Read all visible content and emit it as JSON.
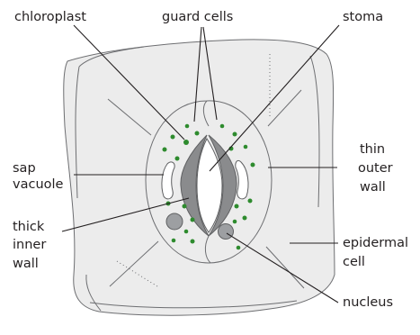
{
  "labels": {
    "chloroplast": "chloroplast",
    "guard_cells": "guard cells",
    "stoma": "stoma",
    "sap_1": "sap",
    "sap_2": "vacuole",
    "thin_1": "thin",
    "thin_2": "outer",
    "thin_3": "wall",
    "thick_1": "thick",
    "thick_2": "inner",
    "thick_3": "wall",
    "epidermal_1": "epidermal",
    "epidermal_2": "cell",
    "nucleus": "nucleus"
  },
  "colors": {
    "cell_fill": "#ececec",
    "outline": "#6d6e71",
    "inner_wall": "#8a8b8d",
    "chloroplast": "#2e8b2e",
    "nucleus": "#9d9fa2",
    "text": "#231f20"
  }
}
